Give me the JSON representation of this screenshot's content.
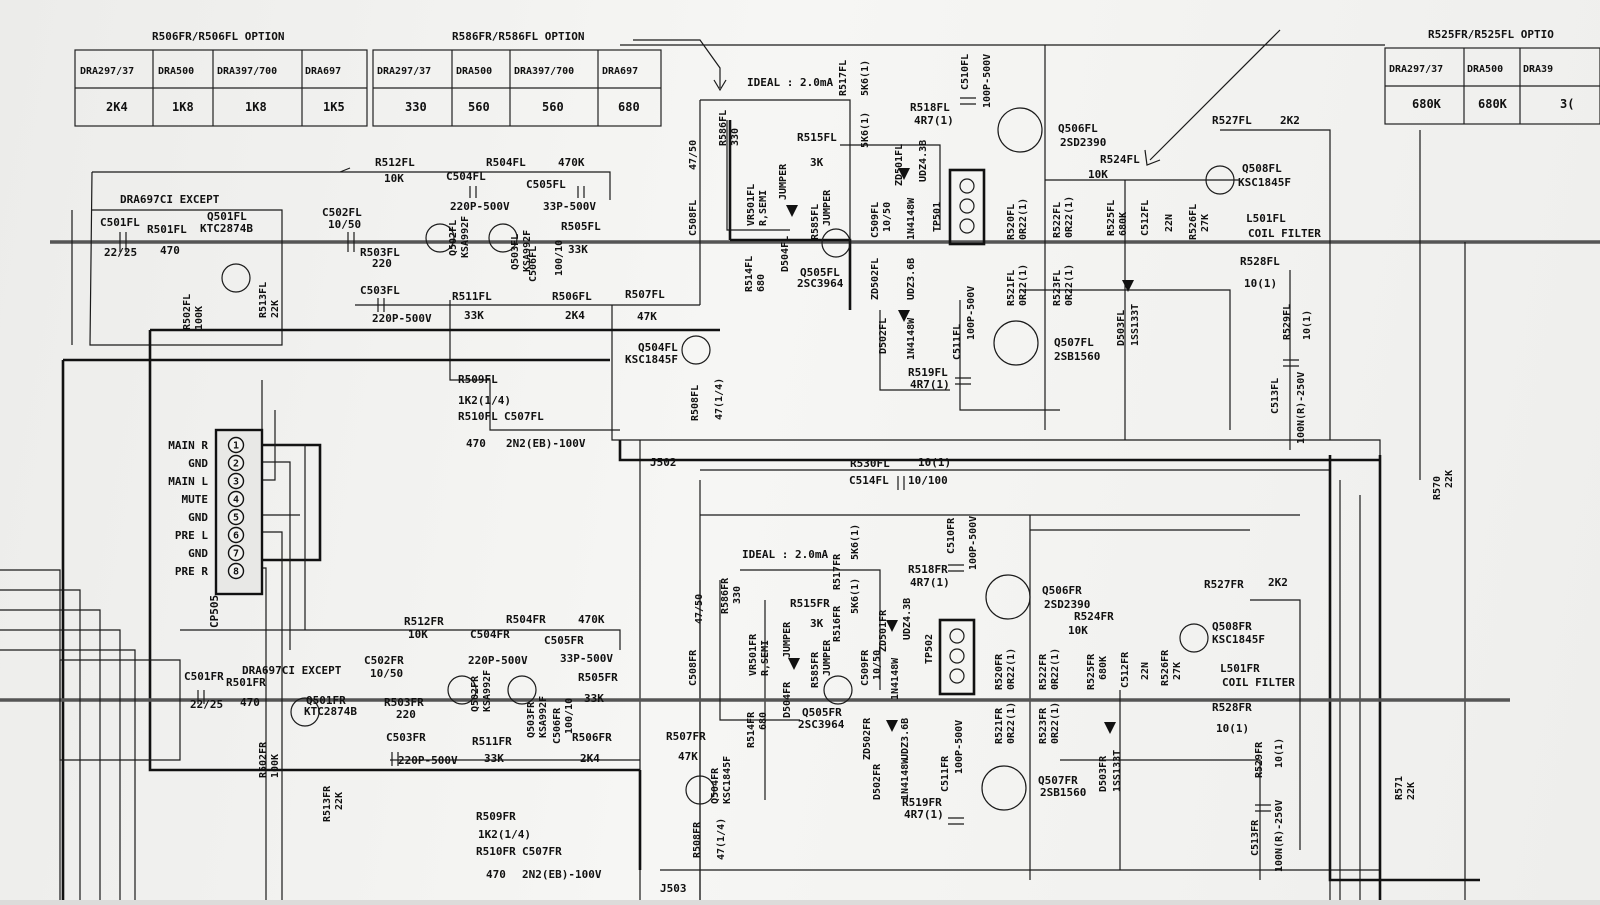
{
  "tables": {
    "r506": {
      "title": "R506FR/R506FL OPTION",
      "headers": [
        "DRA297/37",
        "DRA500",
        "DRA397/700",
        "DRA697"
      ],
      "values": [
        "2K4",
        "1K8",
        "1K8",
        "1K5"
      ]
    },
    "r586": {
      "title": "R586FR/R586FL OPTION",
      "headers": [
        "DRA297/37",
        "DRA500",
        "DRA397/700",
        "DRA697"
      ],
      "values": [
        "330",
        "560",
        "560",
        "680"
      ]
    },
    "r525": {
      "title": "R525FR/R525FL OPTIO",
      "headers": [
        "DRA297/37",
        "DRA500",
        "DRA39"
      ],
      "values": [
        "680K",
        "680K",
        "3("
      ]
    }
  },
  "upper": {
    "ideal": "IDEAL : 2.0mA",
    "except": "DRA697CI EXCEPT",
    "r512": "R512FL",
    "r512v": "10K",
    "r504": "R504FL",
    "r504v": "470K",
    "c504": "C504FL",
    "c504v": "220P-500V",
    "c505": "C505FL",
    "c505v": "33P-500V",
    "c501": "C501FL",
    "c501v": "22/25",
    "r501": "R501FL",
    "r501v": "470",
    "q501": "Q501FL",
    "q501v": "KTC2874B",
    "c502": "C502FL",
    "c502v": "10/50",
    "r503": "R503FL",
    "r503v": "220",
    "q502": "Q502FL",
    "q502v": "KSA992F",
    "q503": "Q503FL",
    "q503v": "KSA992F",
    "c506": "C506FL",
    "c506v": "100/10",
    "r505": "R505FL",
    "r505v": "33K",
    "r502": "R502FL",
    "r502v": "100K",
    "r513": "R513FL",
    "r513v": "22K",
    "c503": "C503FL",
    "c503v": "220P-500V",
    "r511": "R511FL",
    "r511v": "33K",
    "r506": "R506FL",
    "r506v": "2K4",
    "r507": "R507FL",
    "r507v": "47K",
    "q504": "Q504FL",
    "q504v": "KSC1845F",
    "r509": "R509FL",
    "r509v": "1K2(1/4)",
    "r510": "R510FL",
    "r510v": "470",
    "c507": "C507FL",
    "c507v": "2N2(EB)-100V",
    "r508": "R508FL",
    "r508v": "47(1/4)",
    "c508": "C508FL",
    "c508v": "47/50",
    "r586": "R586FL",
    "r586v": "330",
    "vr501": "VR501FL",
    "vr501v": "R,SEMI",
    "jumper": "JUMPER",
    "r514": "R514FL",
    "r514v": "680",
    "d504": "D504FL",
    "r515": "R515FL",
    "r515v": "3K",
    "r585": "R585FL",
    "r585v": "JUMPER",
    "q505": "Q505FL",
    "q505v": "2SC3964",
    "r517": "R517FL",
    "r517v": "5K6(1)",
    "r516v": "5K6(1)",
    "r518": "R518FL",
    "r518v": "4R7(1)",
    "c510": "C510FL",
    "c510v": "100P-500V",
    "q506": "Q506FL",
    "q506v": "2SD2390",
    "zd501": "ZD501FL",
    "zd501v": "UDZ4.3B",
    "d501": "1N4148W",
    "c509": "C509FL",
    "c509v": "10/50",
    "zd502": "ZD502FL",
    "zd502v": "UDZ3.6B",
    "d502": "D502FL",
    "d502v": "1N4148W",
    "tp": "TP501",
    "r520": "R520FL",
    "r520v": "0R22(1)",
    "r522": "R522FL",
    "r522v": "0R22(1)",
    "r521": "R521FL",
    "r521v": "0R22(1)",
    "r523": "R523FL",
    "r523v": "0R22(1)",
    "c511": "C511FL",
    "c511v": "100P-500V",
    "r519": "R519FL",
    "r519v": "4R7(1)",
    "q507": "Q507FL",
    "q507v": "2SB1560",
    "r527": "R527FL",
    "r527v": "2K2",
    "r524": "R524FL",
    "r524v": "10K",
    "q508": "Q508FL",
    "q508v": "KSC1845F",
    "r525": "R525FL",
    "r525v": "680K",
    "c512": "C512FL",
    "c512v": "22N",
    "r526": "R526FL",
    "r526v": "27K",
    "l501": "L501FL",
    "l501v": "COIL FILTER",
    "r528": "R528FL",
    "r528v": "10(1)",
    "r529": "R529FL",
    "r529v": "10(1)",
    "d503": "D503FL",
    "d503v": "1SS133T",
    "c513": "C513FL",
    "c513v": "100N(R)-250V"
  },
  "mid": {
    "r530": "R530FL",
    "r530v": "10(1)",
    "c514": "C514FL",
    "c514v": "10/100",
    "j502": "J502",
    "j503": "J503",
    "r570": "R570",
    "r570v": "22K",
    "r571": "R571",
    "r571v": "22K"
  },
  "connector": {
    "name": "CP505",
    "pins": [
      {
        "label": "MAIN R",
        "num": "1"
      },
      {
        "label": "GND",
        "num": "2"
      },
      {
        "label": "MAIN L",
        "num": "3"
      },
      {
        "label": "MUTE",
        "num": "4"
      },
      {
        "label": "GND",
        "num": "5"
      },
      {
        "label": "PRE L",
        "num": "6"
      },
      {
        "label": "GND",
        "num": "7"
      },
      {
        "label": "PRE R",
        "num": "8"
      }
    ]
  },
  "lower": {
    "ideal": "IDEAL : 2.0mA",
    "except": "DRA697CI EXCEPT",
    "r512": "R512FR",
    "r512v": "10K",
    "r504": "R504FR",
    "r504v": "470K",
    "c504": "C504FR",
    "c504v": "220P-500V",
    "c505": "C505FR",
    "c505v": "33P-500V",
    "c501": "C501FR",
    "c501v": "22/25",
    "r501": "R501FR",
    "r501v": "470",
    "q501": "Q501FR",
    "q501v": "KTC2874B",
    "c502": "C502FR",
    "c502v": "10/50",
    "r503": "R503FR",
    "r503v": "220",
    "q502": "Q502FR",
    "q502v": "KSA992F",
    "q503": "Q503FR",
    "q503v": "KSA992F",
    "c506": "C506FR",
    "c506v": "100/10",
    "r505": "R505FR",
    "r505v": "33K",
    "r502": "R502FR",
    "r502v": "100K",
    "r513": "R513FR",
    "r513v": "22K",
    "c503": "C503FR",
    "c503v": "220P-500V",
    "r511": "R511FR",
    "r511v": "33K",
    "r506": "R506FR",
    "r506v": "2K4",
    "r507": "R507FR",
    "r507v": "47K",
    "q504": "Q504FR",
    "q504v": "KSC1845F",
    "r509": "R509FR",
    "r509v": "1K2(1/4)",
    "r510": "R510FR",
    "r510v": "470",
    "c507": "C507FR",
    "c507v": "2N2(EB)-100V",
    "r508": "R508FR",
    "r508v": "47(1/4)",
    "c508": "C508FR",
    "c508v": "47/50",
    "r586": "R586FR",
    "r586v": "330",
    "vr501": "VR501FR",
    "vr501v": "R,SEMI",
    "jumper": "JUMPER",
    "r514": "R514FR",
    "r514v": "680",
    "d504": "D504FR",
    "r515": "R515FR",
    "r515v": "3K",
    "r585": "R585FR",
    "r585v": "JUMPER",
    "q505": "Q505FR",
    "q505v": "2SC3964",
    "r517": "R517FR",
    "r517v": "5K6(1)",
    "r516": "R516FR",
    "r516v": "5K6(1)",
    "r518": "R518FR",
    "r518v": "4R7(1)",
    "c510": "C510FR",
    "c510v": "100P-500V",
    "q506": "Q506FR",
    "q506v": "2SD2390",
    "zd501": "ZD501FR",
    "zd501v": "UDZ4.3B",
    "d501": "1N4148W",
    "c509": "C509FR",
    "c509v": "10/50",
    "zd502": "ZD502FR",
    "zd502v": "UDZ3.6B",
    "d502": "D502FR",
    "d502v": "1N4148W",
    "tp": "TP502",
    "r520": "R520FR",
    "r520v": "0R22(1)",
    "r522": "R522FR",
    "r522v": "0R22(1)",
    "r521": "R521FR",
    "r521v": "0R22(1)",
    "r523": "R523FR",
    "r523v": "0R22(1)",
    "c511": "C511FR",
    "c511v": "100P-500V",
    "r519": "R519FR",
    "r519v": "4R7(1)",
    "q507": "Q507FR",
    "q507v": "2SB1560",
    "r527": "R527FR",
    "r527v": "2K2",
    "r524": "R524FR",
    "r524v": "10K",
    "q508": "Q508FR",
    "q508v": "KSC1845F",
    "r525": "R525FR",
    "r525v": "680K",
    "c512": "C512FR",
    "c512v": "22N",
    "r526": "R526FR",
    "r526v": "27K",
    "l501": "L501FR",
    "l501v": "COIL FILTER",
    "r528": "R528FR",
    "r528v": "10(1)",
    "r529": "R529FR",
    "r529v": "10(1)",
    "d503": "D503FR",
    "d503v": "1SS133T",
    "c513": "C513FR",
    "c513v": "100N(R)-250V"
  }
}
